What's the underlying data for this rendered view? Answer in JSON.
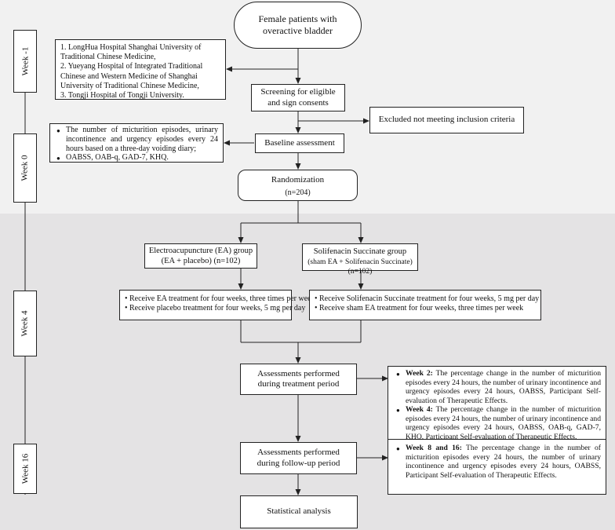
{
  "weeks": [
    "Week -1",
    "Week 0",
    "Week 4",
    "Week 16"
  ],
  "start": "Female patients with overactive bladder",
  "hospitals": [
    "1. LongHua Hospital Shanghai University of Traditional Chinese Medicine,",
    "2. Yueyang Hospital of Integrated Traditional Chinese and Western Medicine of Shanghai University of Traditional Chinese Medicine,",
    "3. Tongji Hospital of Tongji University."
  ],
  "screening": "Screening for eligible and sign consents",
  "excluded": "Excluded not meeting inclusion criteria",
  "baseline_measures": [
    "The number of micturition episodes, urinary incontinence and urgency episodes every 24 hours based on a three-day voiding diary;",
    "OABSS, OAB-q, GAD-7, KHQ."
  ],
  "baseline": "Baseline assessment",
  "randomization": {
    "title": "Randomization",
    "n": "(n=204)"
  },
  "ea_group": {
    "line1": "Electroacupuncture (EA) group",
    "line2": "(EA + placebo) (n=102)"
  },
  "sol_group": {
    "line1": "Solifenacin Succinate  group",
    "line2": "(sham EA + Solifenacin Succinate) (n=102)"
  },
  "ea_treatment": [
    "• Receive EA treatment for four weeks,  three times per week",
    "• Receive placebo treatment for four weeks, 5 mg per day"
  ],
  "sol_treatment": [
    "• Receive Solifenacin Succinate treatment for four weeks, 5 mg per day",
    "• Receive sham EA treatment for four weeks,  three times per week"
  ],
  "treatment_assess": "Assessments performed during treatment period",
  "treatment_details": [
    {
      "label": "Week 2:",
      "text": " The percentage change in the number of micturition episodes every 24 hours, the number of urinary incontinence and urgency episodes every 24 hours, OABSS, Participant Self-evaluation of Therapeutic Effects."
    },
    {
      "label": "Week 4:",
      "text": " The percentage change in the number of micturition episodes every 24 hours, the number of urinary incontinence and urgency episodes every 24 hours, OABSS, OAB-q, GAD-7, KHQ, Participant Self-evaluation of Therapeutic Effects."
    }
  ],
  "followup_assess": "Assessments performed during follow-up period",
  "followup_details": [
    {
      "label": "Week 8 and 16:",
      "text": " The percentage change in the number of micturition episodes every 24 hours, the number of urinary incontinence and urgency episodes every 24 hours, OABSS, Participant Self-evaluation of Therapeutic Effects."
    }
  ],
  "statistical": "Statistical analysis"
}
